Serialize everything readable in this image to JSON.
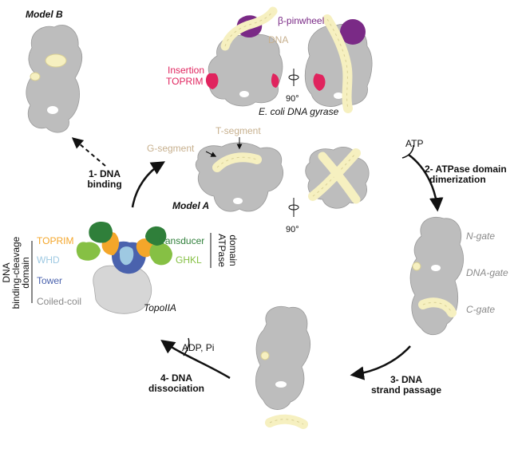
{
  "colors": {
    "protein_gray": "#bdbdbd",
    "dna_cream": "#f6f0c0",
    "dna_outline": "#d8cf95",
    "beta_pinwheel": "#7a2a86",
    "insertion_red": "#e0245e",
    "toprim_orange": "#f4a62a",
    "whd_lightblue": "#9ec9e2",
    "tower_blue": "#4a62ad",
    "transducer_darkgreen": "#2f7f3a",
    "ghkl_green": "#86c044",
    "coiled_coil_gray": "#d6d6d6",
    "tan_label": "#c7b08e",
    "gate_label": "#8a8a8a"
  },
  "top_structure": {
    "beta_pinwheel": "β-pinwheel",
    "dna": "DNA",
    "insertion": "Insertion",
    "toprim": "TOPRIM",
    "rotation": "90°",
    "caption": "E. coli DNA gyrase"
  },
  "model_b": {
    "title": "Model B"
  },
  "model_a": {
    "title": "Model A",
    "t_segment": "T-segment",
    "g_segment": "G-segment",
    "rotation": "90°"
  },
  "steps": {
    "step1_line1": "1- DNA",
    "step1_line2": "binding",
    "step2_line1": "2- ATPase domain",
    "step2_line2": "dimerization",
    "step3_line1": "3- DNA",
    "step3_line2": "strand passage",
    "step4_line1": "4- DNA",
    "step4_line2": "dissociation",
    "atp": "ATP",
    "adp_pi": "ADP, Pi"
  },
  "legend": {
    "dna_domain_line1": "DNA",
    "dna_domain_line2": "binding-cleavage",
    "dna_domain_line3": "domain",
    "toprim": "TOPRIM",
    "whd": "WHD",
    "tower": "Tower",
    "coiled_coil": "Coiled-coil",
    "transducer": "Transducer",
    "ghkl": "GHKL",
    "atpase_line1": "ATPase",
    "atpase_line2": "domain",
    "topo": "TopoIIA"
  },
  "gates": {
    "n_gate": "N-gate",
    "dna_gate": "DNA-gate",
    "c_gate": "C-gate"
  }
}
